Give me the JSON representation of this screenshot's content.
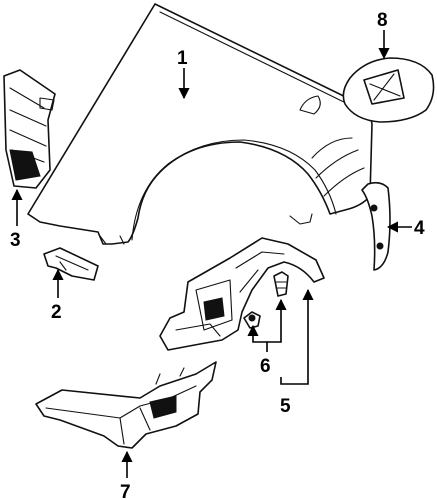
{
  "callouts": [
    {
      "id": "1",
      "label": "1"
    },
    {
      "id": "2",
      "label": "2"
    },
    {
      "id": "3",
      "label": "3"
    },
    {
      "id": "4",
      "label": "4"
    },
    {
      "id": "5",
      "label": "5"
    },
    {
      "id": "6",
      "label": "6"
    },
    {
      "id": "7",
      "label": "7"
    },
    {
      "id": "8",
      "label": "8"
    }
  ],
  "parts": [
    {
      "id": "1",
      "icon": "front-fender"
    },
    {
      "id": "2",
      "icon": "fender-bracket"
    },
    {
      "id": "3",
      "icon": "fender-splash-shield"
    },
    {
      "id": "4",
      "icon": "wheel-opening-molding"
    },
    {
      "id": "5",
      "icon": "fender-liner"
    },
    {
      "id": "6",
      "icon": "liner-clips"
    },
    {
      "id": "7",
      "icon": "engine-splash-shield"
    },
    {
      "id": "8",
      "icon": "fuel-door"
    }
  ]
}
